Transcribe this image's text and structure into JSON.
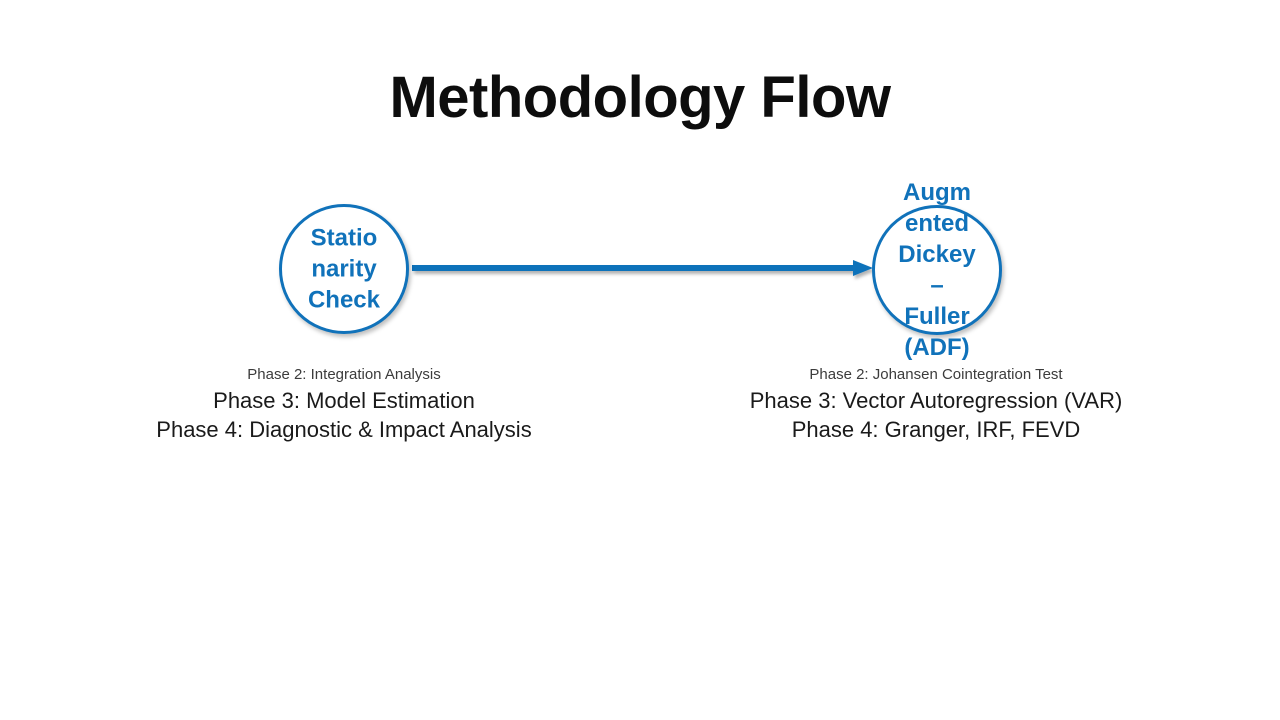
{
  "slide": {
    "title": "Methodology Flow",
    "background_color": "#ffffff",
    "accent_color": "#1072BA",
    "text_color": "#1a1a1a"
  },
  "diagram": {
    "type": "flow",
    "nodes": [
      {
        "id": "stationarity-check",
        "label": "Stationarity Check",
        "shape": "circle",
        "stroke_color": "#1072BA",
        "fill_color": "#ffffff",
        "text_color": "#1072BA"
      },
      {
        "id": "augmented-dickey-fuller",
        "label": "Augmented Dickey–Fuller (ADF)",
        "shape": "circle",
        "stroke_color": "#1072BA",
        "fill_color": "#ffffff",
        "text_color": "#1072BA"
      }
    ],
    "connector": {
      "from": "stationarity-check",
      "to": "augmented-dickey-fuller",
      "style": "arrow",
      "color": "#1072BA"
    }
  },
  "captions": {
    "left": {
      "phase2": "Phase 2: Integration Analysis",
      "phase3": "Phase 3: Model Estimation",
      "phase4": "Phase 4: Diagnostic & Impact Analysis"
    },
    "right": {
      "phase2": "Phase 2: Johansen Cointegration Test",
      "phase3": "Phase 3: Vector Autoregression (VAR)",
      "phase4": "Phase 4: Granger, IRF, FEVD"
    }
  }
}
